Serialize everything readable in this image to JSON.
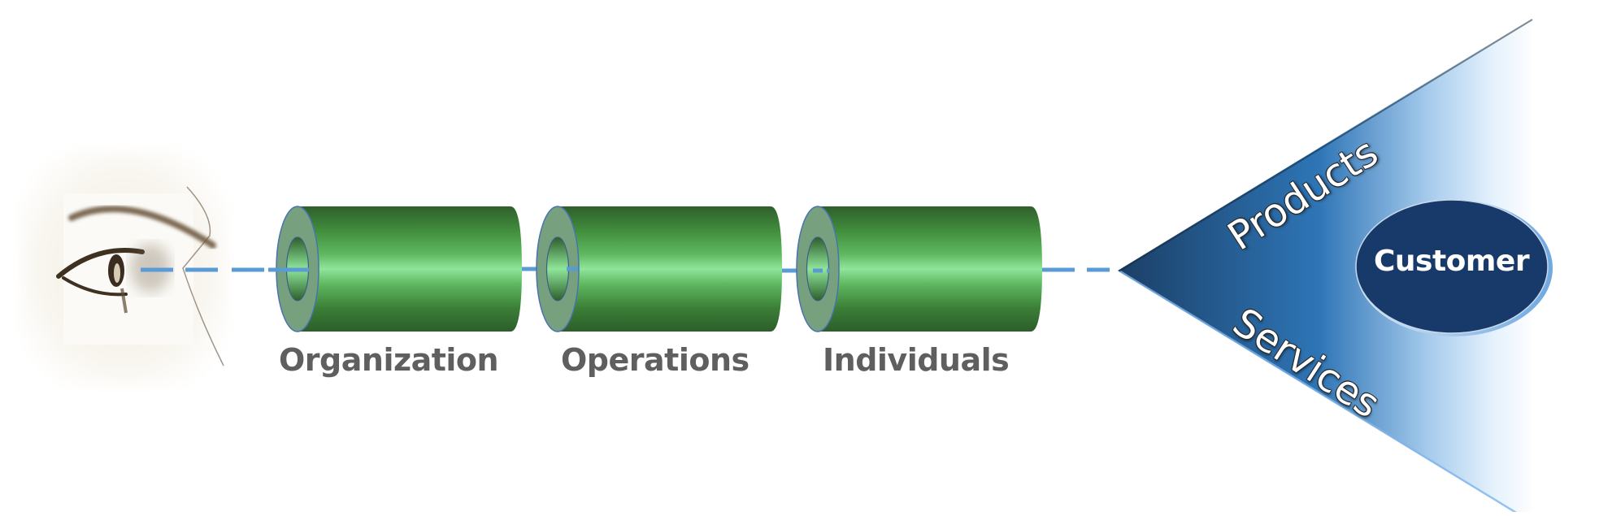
{
  "diagram": {
    "viewer": {
      "icon": "eye-icon",
      "description": "sketched human eye looking right"
    },
    "connector_color": "#5B9BD5",
    "stages": [
      {
        "label": "Organization",
        "color": "#3E8A3E"
      },
      {
        "label": "Operations",
        "color": "#3E8A3E"
      },
      {
        "label": "Individuals",
        "color": "#3E8A3E"
      }
    ],
    "wedge": {
      "top_label": "Products",
      "bottom_label": "Services",
      "gradient": [
        "#1B3F66",
        "#2E75B6",
        "#A9CDEE",
        "#FFFFFF"
      ]
    },
    "target": {
      "label": "Customer",
      "fill": "#173A6A"
    },
    "label_color": "#5F5F5F"
  }
}
